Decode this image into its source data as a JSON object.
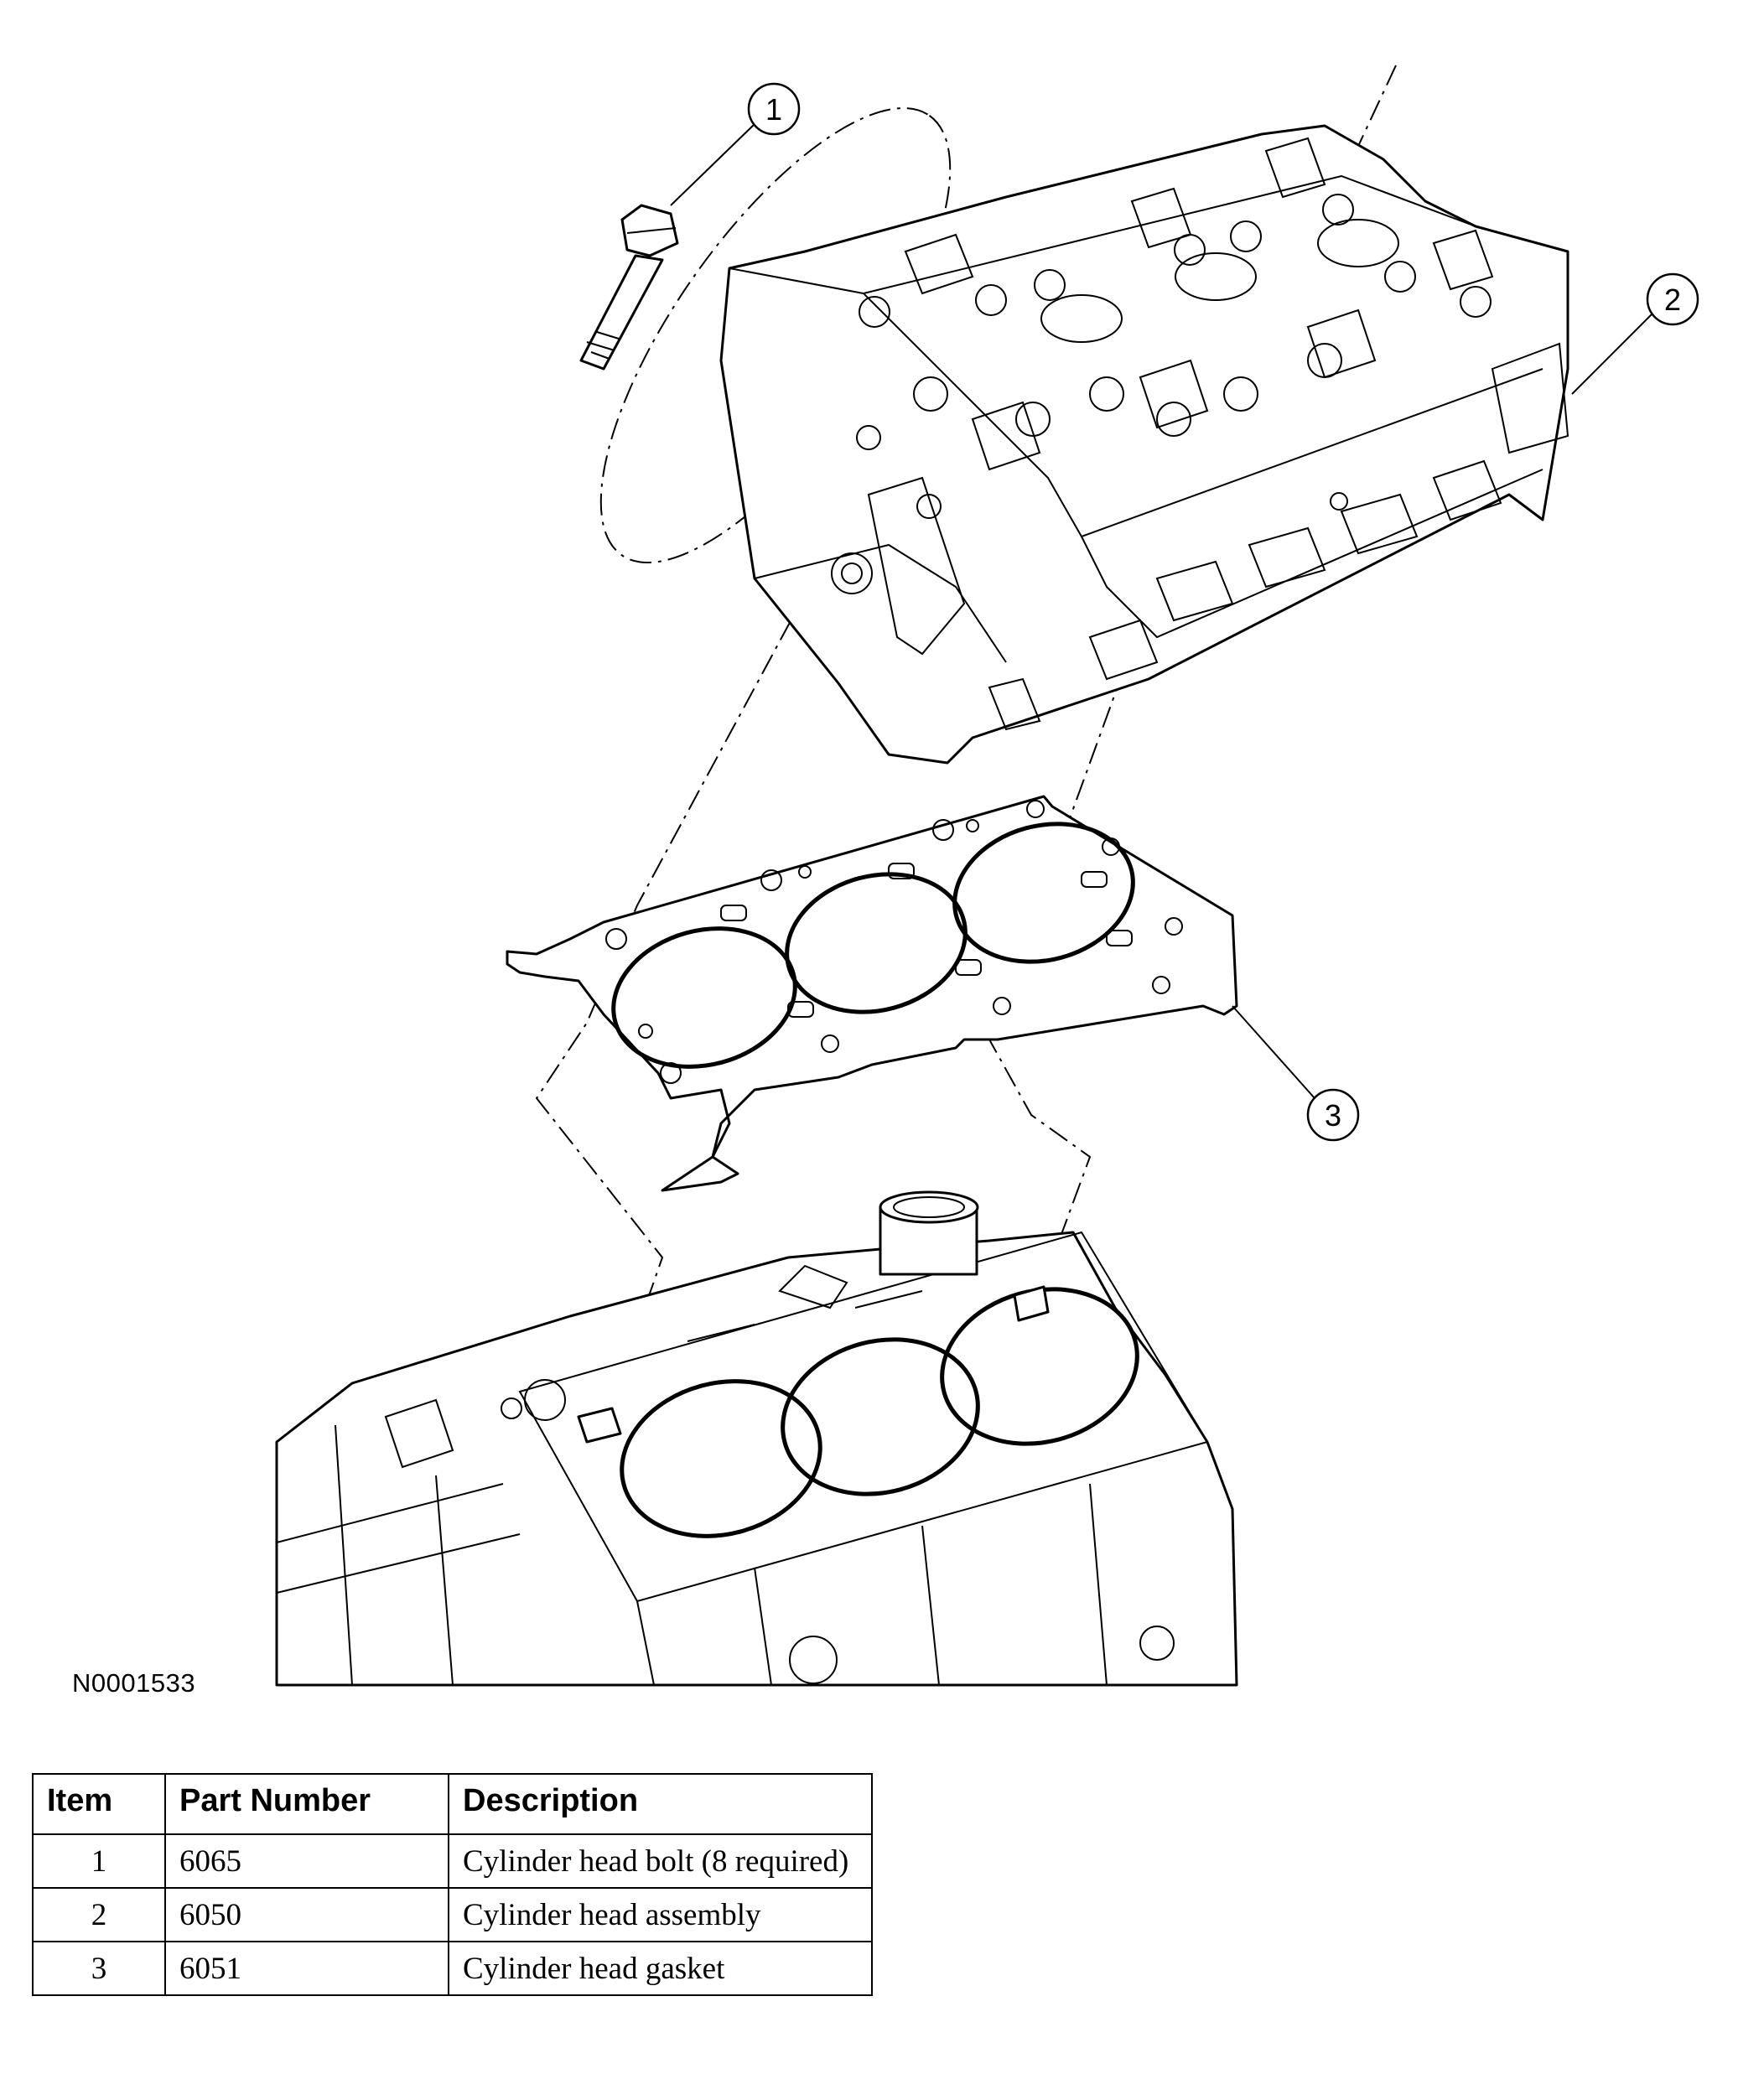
{
  "callouts": [
    {
      "number": "1",
      "part": "Cylinder head bolt"
    },
    {
      "number": "2",
      "part": "Cylinder head assembly"
    },
    {
      "number": "3",
      "part": "Cylinder head gasket"
    }
  ],
  "figure_id": "N0001533",
  "table": {
    "headers": [
      "Item",
      "Part Number",
      "Description"
    ],
    "rows": [
      {
        "item": "1",
        "part_number": "6065",
        "description": "Cylinder head bolt (8 required)"
      },
      {
        "item": "2",
        "part_number": "6050",
        "description": "Cylinder head assembly"
      },
      {
        "item": "3",
        "part_number": "6051",
        "description": "Cylinder head gasket"
      }
    ]
  }
}
